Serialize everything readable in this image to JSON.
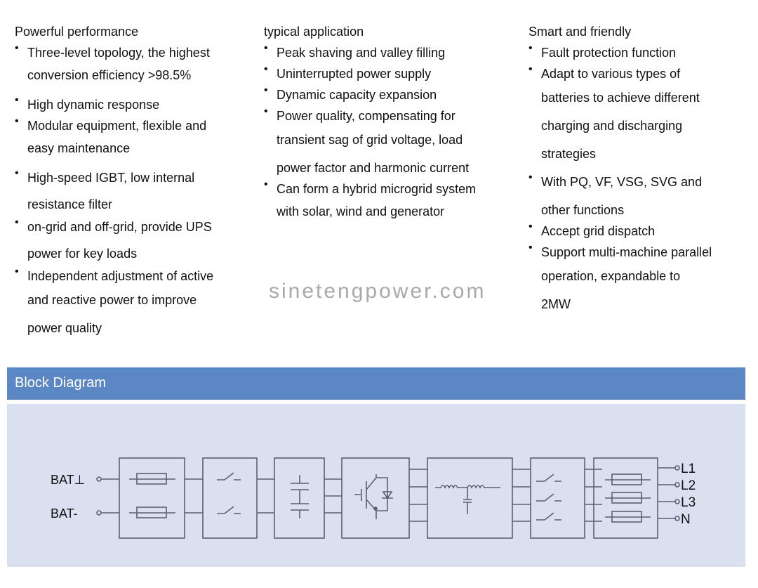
{
  "columns": [
    {
      "title": "Powerful  performance",
      "items": [
        {
          "lines": [
            "Three-level  topology,  the  highest",
            "conversion efficiency >98.5%"
          ]
        },
        {
          "lines": [
            "High dynamic response"
          ]
        },
        {
          "lines": [
            "Modular  equipment,  flexible  and",
            "easy maintenance"
          ]
        },
        {
          "lines": [
            "High-speed    IGBT,    low    internal",
            "resistance filter"
          ]
        },
        {
          "lines": [
            "on-grid   and   off-grid,  provide  UPS",
            "power for key loads"
          ]
        },
        {
          "lines": [
            "Independent  adjustment of  active",
            "and   reactive  power  to  improve",
            "power quality"
          ]
        }
      ]
    },
    {
      "title": "typical application",
      "items": [
        {
          "lines": [
            "Peak shaving  and  valley  filling"
          ]
        },
        {
          "lines": [
            "Uninterrupted power supply"
          ]
        },
        {
          "lines": [
            "Dynamic capacity  expansion"
          ]
        },
        {
          "lines": [
            "Power    quality,    compensating    for",
            "transient   sag  of  grid  voltage,  load",
            "power factor and  harmonic current"
          ]
        },
        {
          "lines": [
            "Can  form  a  hybrid  microgrid system",
            "with solar, wind  and  generator"
          ]
        }
      ]
    },
    {
      "title": "Smart and  friendly",
      "items": [
        {
          "lines": [
            "Fault protection function"
          ]
        },
        {
          "lines": [
            "Adapt  to   various   types   of",
            "batteries to  achieve  different",
            "charging     and     discharging",
            "strategies"
          ]
        },
        {
          "lines": [
            "With  PQ,  VF,  VSG,  SVG  and",
            "other  functions"
          ]
        },
        {
          "lines": [
            "Accept grid  dispatch"
          ]
        },
        {
          "lines": [
            "Support multi-machine parallel",
            "operation,    expandable    to",
            "2MW"
          ]
        }
      ]
    }
  ],
  "bullet_glyph": "•",
  "watermark": "sinetengpower.com",
  "section": {
    "title": "Block Diagram",
    "header_color": "#5c87c5",
    "panel_color": "#dbe0f1"
  },
  "diagram": {
    "inputs": [
      "BAT⊥",
      "BAT-"
    ],
    "outputs": [
      "L1",
      "L2",
      "L3",
      "N"
    ],
    "blocks": [
      {
        "name": "DC fuses",
        "symbol": "fuse x2"
      },
      {
        "name": "DC switches",
        "symbol": "switch x2"
      },
      {
        "name": "DC bus capacitors",
        "symbol": "capacitor x2"
      },
      {
        "name": "IGBT inverter bridge",
        "symbol": "igbt-with-diode"
      },
      {
        "name": "LC filter",
        "symbol": "inductor-capacitor"
      },
      {
        "name": "AC switches",
        "symbol": "switch x3"
      },
      {
        "name": "AC fuses",
        "symbol": "fuse x3"
      }
    ],
    "line_color": "#5a5f73"
  }
}
